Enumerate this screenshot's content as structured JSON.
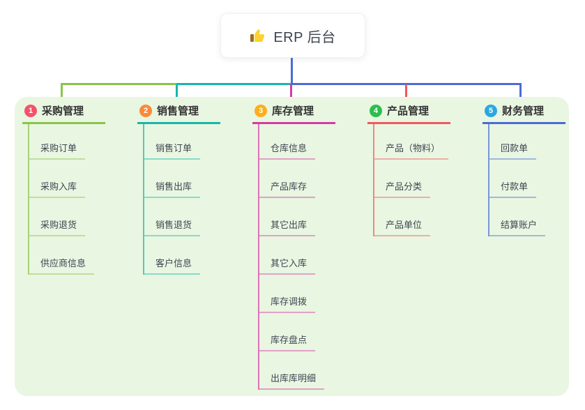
{
  "root": {
    "label": "ERP 后台",
    "icon": "thumbs-up"
  },
  "panel_color": "#e9f6e1",
  "connector": {
    "root_line_color": "#4b6bd5"
  },
  "branches": [
    {
      "num": "1",
      "label": "采购管理",
      "badge_color": "#f4526c",
      "line_color": "#8bc34a",
      "children": [
        "采购订单",
        "采购入库",
        "采购退货",
        "供应商信息"
      ]
    },
    {
      "num": "2",
      "label": "销售管理",
      "badge_color": "#fb8a38",
      "line_color": "#14b8ab",
      "children": [
        "销售订单",
        "销售出库",
        "销售退货",
        "客户信息"
      ]
    },
    {
      "num": "3",
      "label": "库存管理",
      "badge_color": "#fcaf1b",
      "line_color": "#d33ba6",
      "children": [
        "仓库信息",
        "产品库存",
        "其它出库",
        "其它入库",
        "库存调拨",
        "库存盘点",
        "出库库明细"
      ]
    },
    {
      "num": "4",
      "label": "产品管理",
      "badge_color": "#2cbe4e",
      "line_color": "#f2575f",
      "children": [
        "产品（物料）",
        "产品分类",
        "产品单位"
      ]
    },
    {
      "num": "5",
      "label": "财务管理",
      "badge_color": "#2aa7e0",
      "line_color": "#4a6cd4",
      "children": [
        "回款单",
        "付款单",
        "结算账户"
      ]
    }
  ]
}
